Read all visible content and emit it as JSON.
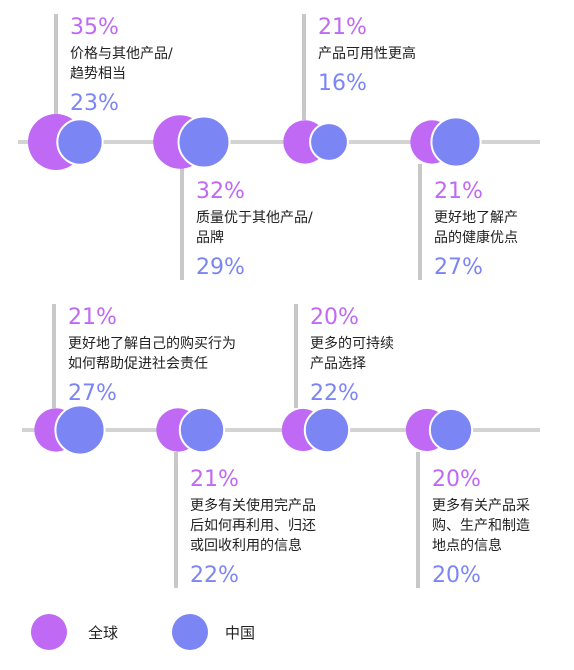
{
  "chart_data": {
    "type": "bubble-timeline",
    "series": [
      {
        "name": "全球",
        "color": "#C069F5"
      },
      {
        "name": "中国",
        "color": "#7C85F4"
      }
    ],
    "items": [
      {
        "label_lines": [
          "价格与其他产品/",
          "趋势相当"
        ],
        "global": 35,
        "china": 23,
        "global_text": "35%",
        "china_text": "23%"
      },
      {
        "label_lines": [
          "质量优于其他产品/",
          "品牌"
        ],
        "global": 32,
        "china": 29,
        "global_text": "32%",
        "china_text": "29%"
      },
      {
        "label_lines": [
          "产品可用性更高"
        ],
        "global": 21,
        "china": 16,
        "global_text": "21%",
        "china_text": "16%"
      },
      {
        "label_lines": [
          "更好地了解产",
          "品的健康优点"
        ],
        "global": 21,
        "china": 27,
        "global_text": "21%",
        "china_text": "27%"
      },
      {
        "label_lines": [
          "更好地了解自己的购买行为",
          "如何帮助促进社会责任"
        ],
        "global": 21,
        "china": 27,
        "global_text": "21%",
        "china_text": "27%"
      },
      {
        "label_lines": [
          "更多有关使用完产品",
          "后如何再利用、归还",
          "或回收利用的信息"
        ],
        "global": 21,
        "china": 22,
        "global_text": "21%",
        "china_text": "22%"
      },
      {
        "label_lines": [
          "更多的可持续",
          "产品选择"
        ],
        "global": 20,
        "china": 22,
        "global_text": "20%",
        "china_text": "22%"
      },
      {
        "label_lines": [
          "更多有关产品采",
          "购、生产和制造",
          "地点的信息"
        ],
        "global": 20,
        "china": 20,
        "global_text": "20%",
        "china_text": "20%"
      }
    ]
  },
  "colors": {
    "line": "#D3D3D3",
    "stem": "#C8C8C8"
  }
}
